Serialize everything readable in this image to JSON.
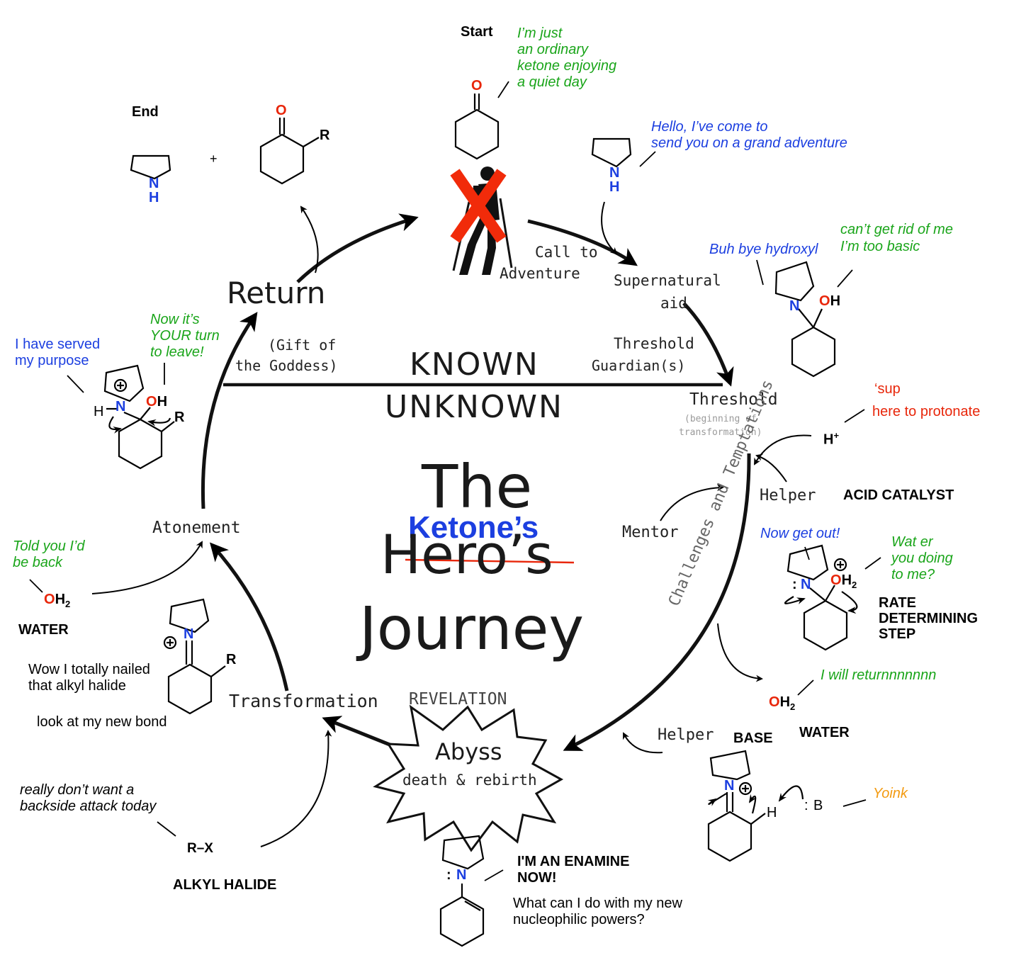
{
  "labels": {
    "start": "Start",
    "end": "End",
    "plus": "+",
    "helper": "Helper",
    "mentor": "Mentor",
    "acid_catalyst": "ACID CATALYST",
    "base": "BASE",
    "water_1": "WATER",
    "water_2": "WATER",
    "rate_determining_1": "RATE",
    "rate_determining_2": "DETERMINING",
    "rate_determining_3": "STEP",
    "alkyl_halide": "ALKYL HALIDE",
    "enamine_1": "I'M AN ENAMINE",
    "enamine_2": "NOW!"
  },
  "journey": {
    "return": "Return",
    "gift_1": "(Gift of",
    "gift_2": "the Goddess)",
    "known": "KNOWN",
    "unknown": "UNKNOWN",
    "call_1": "Call to",
    "call_2": "Adventure",
    "supernatural_1": "Supernatural",
    "supernatural_2": "aid",
    "threshold_guardian_1": "Threshold",
    "threshold_guardian_2": "Guardian(s)",
    "threshold": "Threshold",
    "beginning_1": "(beginning of",
    "beginning_2": "transformation)",
    "challenges": "Challenges and Temptations",
    "atonement": "Atonement",
    "transformation": "Transformation",
    "revelation": "REVELATION",
    "abyss": "Abyss",
    "death_rebirth": "death & rebirth",
    "title_the": "The",
    "title_ketones": "Ketone’s",
    "title_heros": "Hero’s",
    "title_journey": "Journey"
  },
  "captions": {
    "ordinary_1": "I’m just",
    "ordinary_2": "an ordinary",
    "ordinary_3": "ketone enjoying",
    "ordinary_4": "a quiet day",
    "hello_1": "Hello, I’ve come to",
    "hello_2": "send you on a grand adventure",
    "buh_bye": "Buh bye hydroxyl",
    "cant_get_1": "can’t get rid of me",
    "cant_get_2": "I’m too basic",
    "sup": "‘sup",
    "protonate": "here to protonate",
    "now_get_out": "Now get out!",
    "wat_1": "Wat er",
    "wat_2": "you doing",
    "wat_3": "to me?",
    "return_nnn": "I will returnnnnnnn",
    "yoink": "Yoink",
    "served_1": "I have served",
    "served_2": "my purpose",
    "your_turn_1": "Now it’s",
    "your_turn_2": "YOUR turn",
    "your_turn_3": "to leave!",
    "told_1": "Told you I’d",
    "told_2": "be back",
    "nailed_1": "Wow I totally nailed",
    "nailed_2": "that alkyl halide",
    "new_bond": "look at my new bond",
    "backside_1": "really don’t want a",
    "backside_2": "backside attack today",
    "what_can_1": "What can I do with my new",
    "what_can_2": "nucleophilic powers?"
  },
  "chem": {
    "O": "O",
    "N": "N",
    "H": "H",
    "R": "R",
    "OH": "OH",
    "OH2_O": "O",
    "OH2_H": "H",
    "OH2_2": "2",
    "H_plus": "H",
    "plus_sup": "+",
    "B": "B",
    "colon": ":",
    "RX": "R–X"
  },
  "colors": {
    "green": "#1aa51a",
    "blue": "#1c3fe0",
    "red": "#e8260a",
    "orange": "#f39a10",
    "black": "#000000"
  }
}
